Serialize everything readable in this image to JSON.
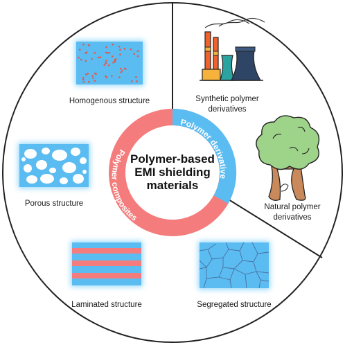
{
  "center": {
    "line1": "Polymer-based",
    "line2": "EMI shielding",
    "line3": "materials"
  },
  "ring": {
    "right_label": "Polymer derivatives",
    "left_label": "Polymer composites",
    "right_color": "#5bbcf2",
    "left_color": "#f47c7c"
  },
  "items": {
    "homogenous": "Homogenous structure",
    "porous": "Porous structure",
    "laminated": "Laminated structure",
    "segregated": "Segregated structure",
    "synthetic_line1": "Synthetic polymer",
    "synthetic_line2": "derivatives",
    "natural_line1": "Natural polymer",
    "natural_line2": "derivatives"
  },
  "icons": {
    "homogenous": "homogenous-structure-icon",
    "porous": "porous-structure-icon",
    "laminated": "laminated-structure-icon",
    "segregated": "segregated-structure-icon",
    "synthetic": "factory-icon",
    "natural": "tree-icon"
  }
}
